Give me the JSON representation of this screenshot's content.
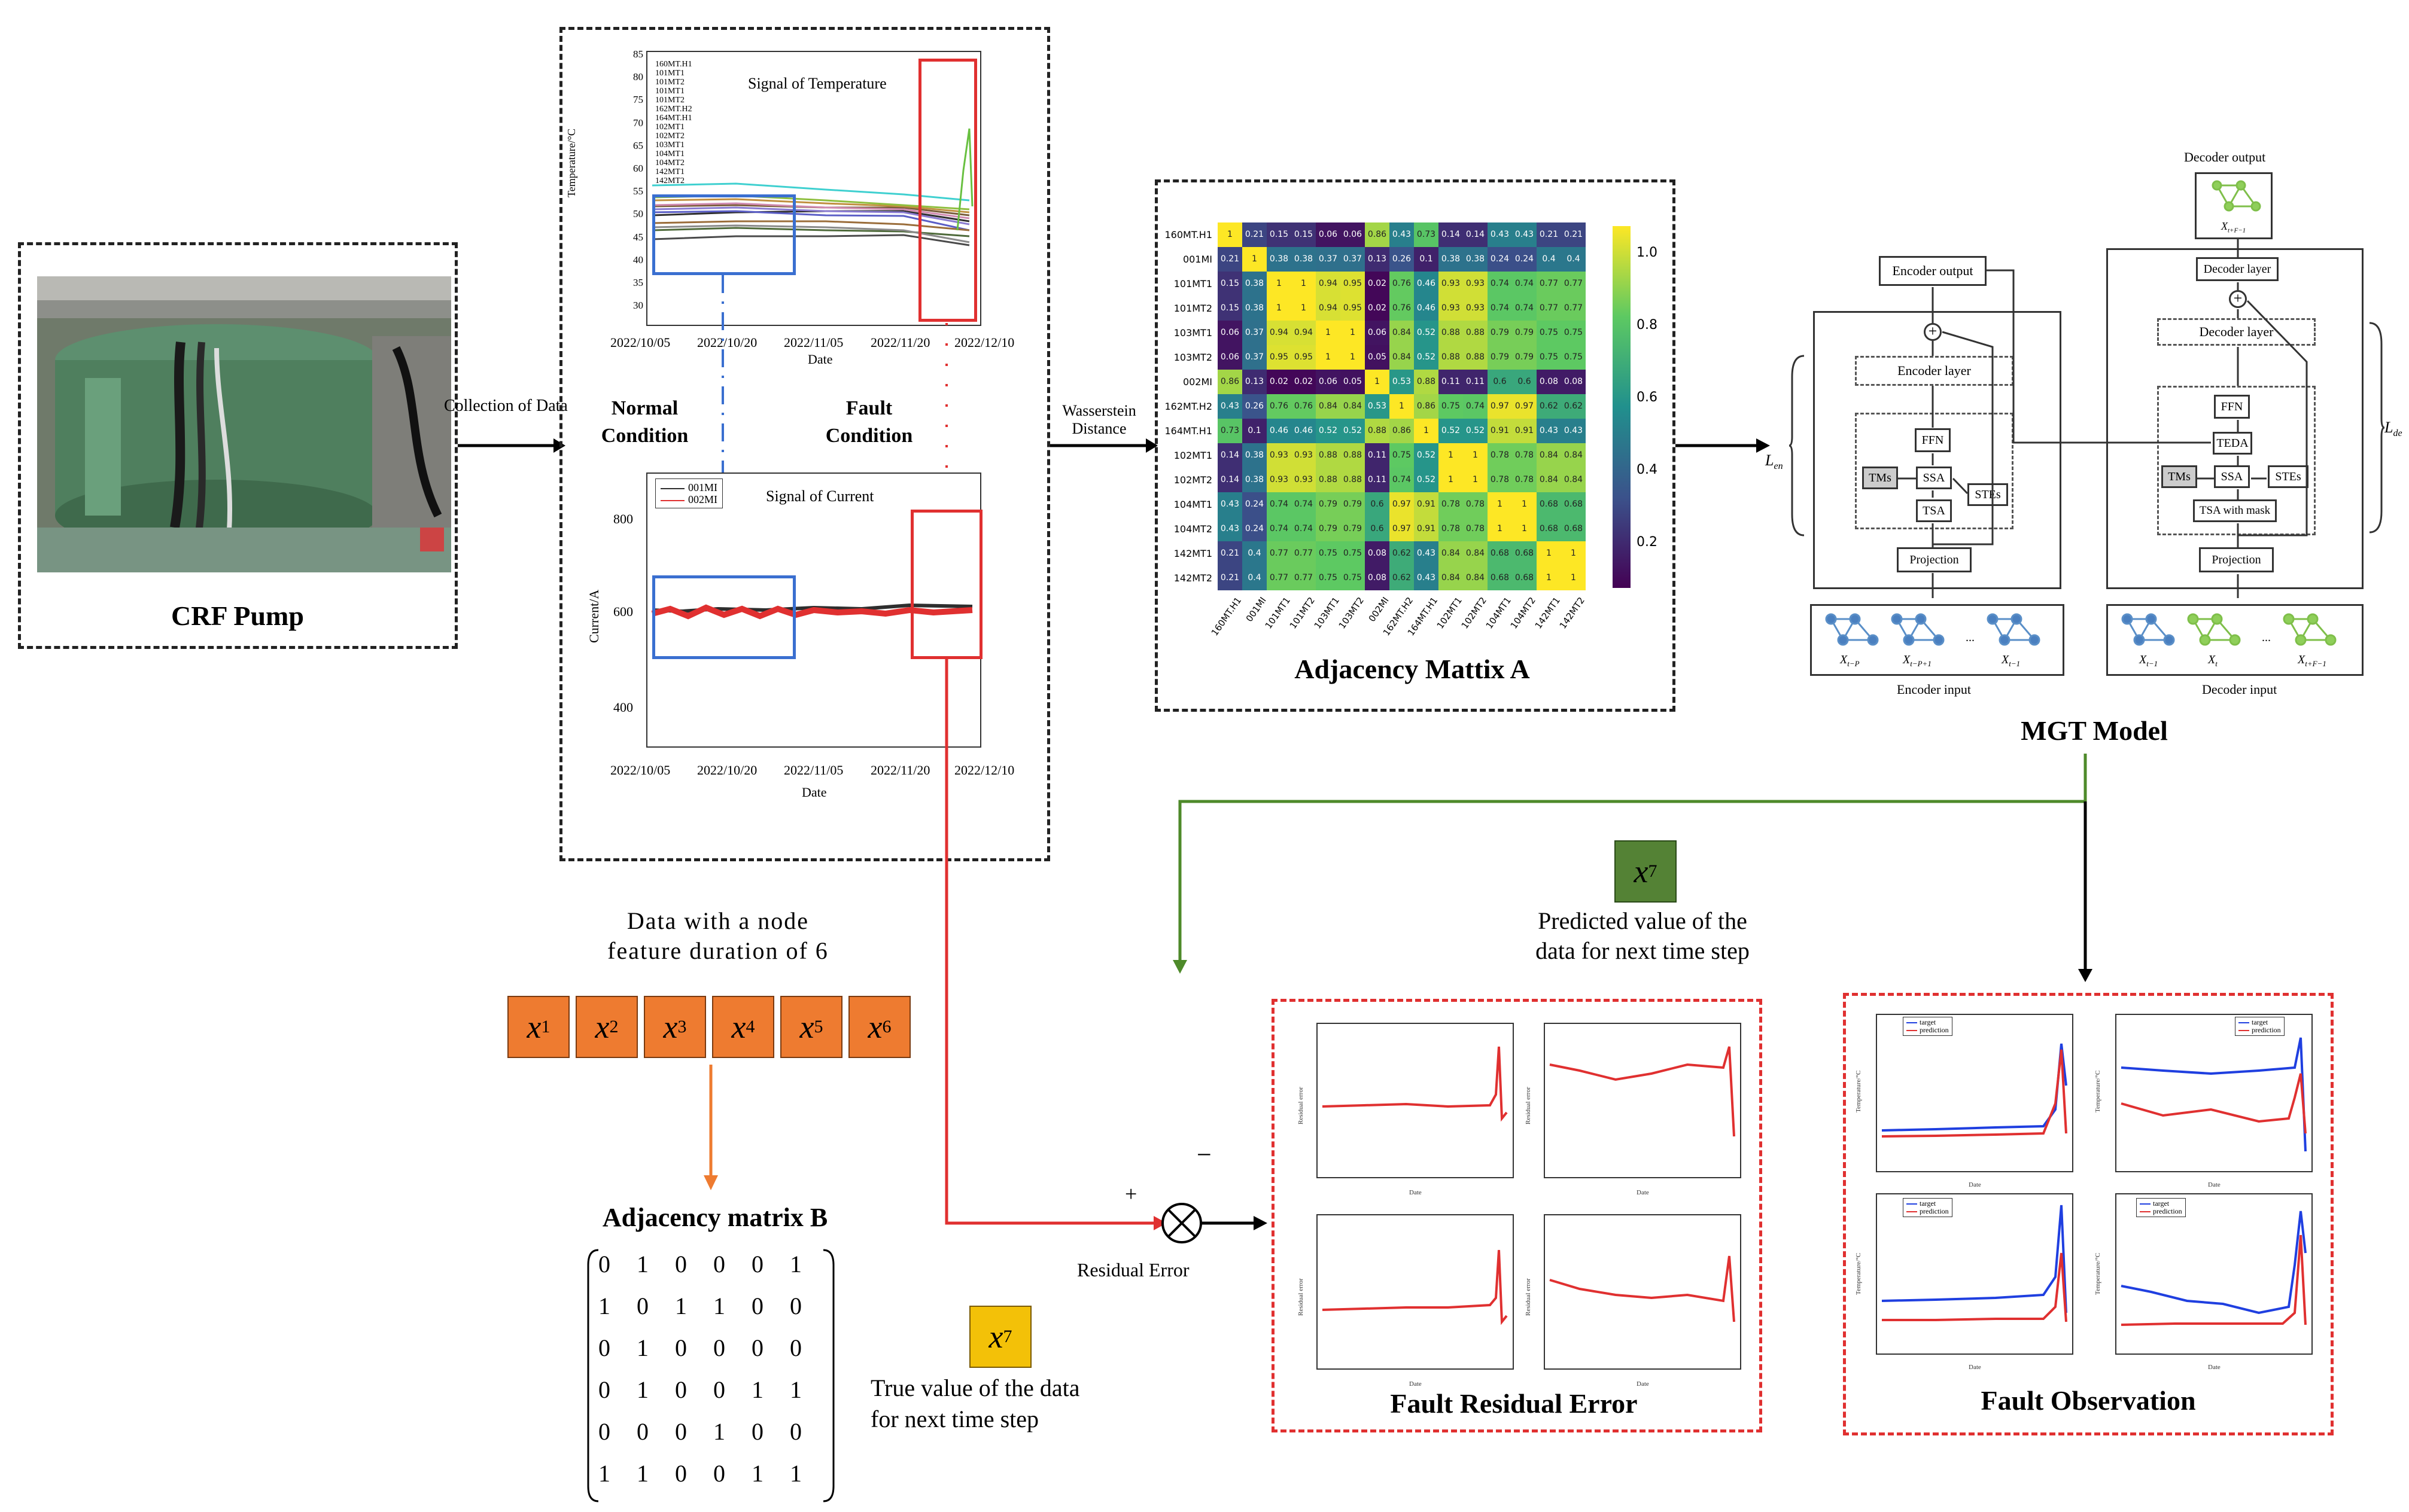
{
  "pump": {
    "caption": "CRF Pump",
    "arrow_label": "Collection of Data"
  },
  "temperature": {
    "title": "Signal of Temperature",
    "ylabel": "Temperature/°C",
    "xlabel": "Date",
    "yticks": [
      "85",
      "80",
      "75",
      "70",
      "65",
      "60",
      "55",
      "50",
      "45",
      "40",
      "35",
      "30"
    ],
    "xticks": [
      "2022/10/05",
      "2022/10/20",
      "2022/11/05",
      "2022/11/20",
      "2022/12/10"
    ],
    "legend": [
      "160MT.H1",
      "101MT1",
      "101MT2",
      "101MT1",
      "101MT2",
      "162MT.H2",
      "164MT.H1",
      "102MT1",
      "102MT2",
      "103MT1",
      "104MT1",
      "104MT2",
      "142MT1",
      "142MT2"
    ]
  },
  "conditions": {
    "normal": "Normal Condition",
    "fault": "Fault Condition"
  },
  "current": {
    "title": "Signal of Current",
    "ylabel": "Current/A",
    "xlabel": "Date",
    "yticks": [
      "800",
      "600",
      "400"
    ],
    "xticks": [
      "2022/10/05",
      "2022/10/20",
      "2022/11/05",
      "2022/11/20",
      "2022/12/10"
    ],
    "legend": [
      "001MI",
      "002MI"
    ]
  },
  "wasserstein_label": "Wasserstein Distance",
  "heatmap": {
    "caption": "Adjacency Mattix A",
    "labels": [
      "160MT.H1",
      "001MI",
      "101MT1",
      "101MT2",
      "103MT1",
      "103MT2",
      "002MI",
      "162MT.H2",
      "164MT.H1",
      "102MT1",
      "102MT2",
      "104MT1",
      "104MT2",
      "142MT1",
      "142MT2"
    ],
    "colorbar_ticks": [
      "1.0",
      "0.8",
      "0.6",
      "0.4",
      "0.2"
    ],
    "values": [
      [
        1,
        0.21,
        0.15,
        0.15,
        0.06,
        0.06,
        0.86,
        0.43,
        0.73,
        0.14,
        0.14,
        0.43,
        0.43,
        0.21,
        0.21
      ],
      [
        0.21,
        1,
        0.38,
        0.38,
        0.37,
        0.37,
        0.13,
        0.26,
        0.1,
        0.38,
        0.38,
        0.24,
        0.24,
        0.4,
        0.4
      ],
      [
        0.15,
        0.38,
        1,
        1.0,
        0.94,
        0.95,
        0.02,
        0.76,
        0.46,
        0.93,
        0.93,
        0.74,
        0.74,
        0.77,
        0.77
      ],
      [
        0.15,
        0.38,
        1.0,
        1,
        0.94,
        0.95,
        0.02,
        0.76,
        0.46,
        0.93,
        0.93,
        0.74,
        0.74,
        0.77,
        0.77
      ],
      [
        0.06,
        0.37,
        0.94,
        0.94,
        1,
        1.0,
        0.06,
        0.84,
        0.52,
        0.88,
        0.88,
        0.79,
        0.79,
        0.75,
        0.75
      ],
      [
        0.06,
        0.37,
        0.95,
        0.95,
        1.0,
        1,
        0.05,
        0.84,
        0.52,
        0.88,
        0.88,
        0.79,
        0.79,
        0.75,
        0.75
      ],
      [
        0.86,
        0.13,
        0.02,
        0.02,
        0.06,
        0.05,
        1,
        0.53,
        0.88,
        0.11,
        0.11,
        0.6,
        0.6,
        0.08,
        0.08
      ],
      [
        0.43,
        0.26,
        0.76,
        0.76,
        0.84,
        0.84,
        0.53,
        1,
        0.86,
        0.75,
        0.74,
        0.97,
        0.97,
        0.62,
        0.62
      ],
      [
        0.73,
        0.1,
        0.46,
        0.46,
        0.52,
        0.52,
        0.88,
        0.86,
        1,
        0.52,
        0.52,
        0.91,
        0.91,
        0.43,
        0.43
      ],
      [
        0.14,
        0.38,
        0.93,
        0.93,
        0.88,
        0.88,
        0.11,
        0.75,
        0.52,
        1,
        1.0,
        0.78,
        0.78,
        0.84,
        0.84
      ],
      [
        0.14,
        0.38,
        0.93,
        0.93,
        0.88,
        0.88,
        0.11,
        0.74,
        0.52,
        1.0,
        1,
        0.78,
        0.78,
        0.84,
        0.84
      ],
      [
        0.43,
        0.24,
        0.74,
        0.74,
        0.79,
        0.79,
        0.6,
        0.97,
        0.91,
        0.78,
        0.78,
        1,
        1.0,
        0.68,
        0.68
      ],
      [
        0.43,
        0.24,
        0.74,
        0.74,
        0.79,
        0.79,
        0.6,
        0.97,
        0.91,
        0.78,
        0.78,
        1.0,
        1,
        0.68,
        0.68
      ],
      [
        0.21,
        0.4,
        0.77,
        0.77,
        0.75,
        0.75,
        0.08,
        0.62,
        0.43,
        0.84,
        0.84,
        0.68,
        0.68,
        1,
        1.0
      ],
      [
        0.21,
        0.4,
        0.77,
        0.77,
        0.75,
        0.75,
        0.08,
        0.62,
        0.43,
        0.84,
        0.84,
        0.68,
        0.68,
        1.0,
        1
      ]
    ]
  },
  "mgt": {
    "caption": "MGT Model",
    "encoder_output": "Encoder output",
    "encoder_layer": "Encoder layer",
    "ffn": "FFN",
    "ssa": "SSA",
    "tms": "TMs",
    "stes": "STEs",
    "tsa": "TSA",
    "projection": "Projection",
    "encoder_input": "Encoder input",
    "l_en": "L",
    "l_en_sub": "en",
    "decoder_output": "Decoder output",
    "decoder_layer_top": "Decoder layer",
    "decoder_layer": "Decoder layer",
    "teda": "TEDA",
    "tsa_mask": "TSA with mask",
    "decoder_input": "Decoder input",
    "l_de": "L",
    "l_de_sub": "de",
    "enc_inputs": [
      "X",
      "X",
      "X"
    ],
    "enc_input_subs": [
      "t−P",
      "t−P+1",
      "t−1"
    ],
    "dec_inputs": [
      "X",
      "X",
      "X"
    ],
    "dec_input_subs": [
      "t−1",
      "t",
      "t+F−1"
    ],
    "dec_out": "X",
    "dec_out_sub": "t+F−1",
    "ellipsis": "..."
  },
  "node_data": {
    "text_line1": "Data with a node",
    "text_line2": "feature duration of 6",
    "x": "x",
    "subs": [
      "1",
      "2",
      "3",
      "4",
      "5",
      "6"
    ]
  },
  "matrix_b": {
    "caption": "Adjacency matrix B",
    "rows": [
      [
        0,
        1,
        0,
        0,
        0,
        1
      ],
      [
        1,
        0,
        1,
        1,
        0,
        0
      ],
      [
        0,
        1,
        0,
        0,
        0,
        0
      ],
      [
        0,
        1,
        0,
        0,
        1,
        1
      ],
      [
        0,
        0,
        0,
        1,
        0,
        0
      ],
      [
        1,
        1,
        0,
        0,
        1,
        1
      ]
    ]
  },
  "predicted": {
    "x": "x",
    "sub": "7",
    "line1": "Predicted value of the",
    "line2": "data  for  next time step"
  },
  "true_value": {
    "x": "x",
    "sub": "7",
    "line1": "True value of the data",
    "line2": "for next time step"
  },
  "residual": {
    "label": "Residual Error",
    "plus": "+",
    "minus": "−"
  },
  "fault_residual": {
    "caption": "Fault Residual Error",
    "ylabel": "Residual error",
    "xlabel": "Date"
  },
  "fault_obs": {
    "caption": "Fault Observation",
    "ylabel": "Temperature/°C",
    "xlabel": "Date",
    "legend": [
      "target",
      "prediction"
    ]
  },
  "colors": {
    "red": "#e03030",
    "blue": "#3a6fd0",
    "green": "#4e8a2a",
    "orange": "#ee7b30",
    "yellow": "#f3c108"
  }
}
